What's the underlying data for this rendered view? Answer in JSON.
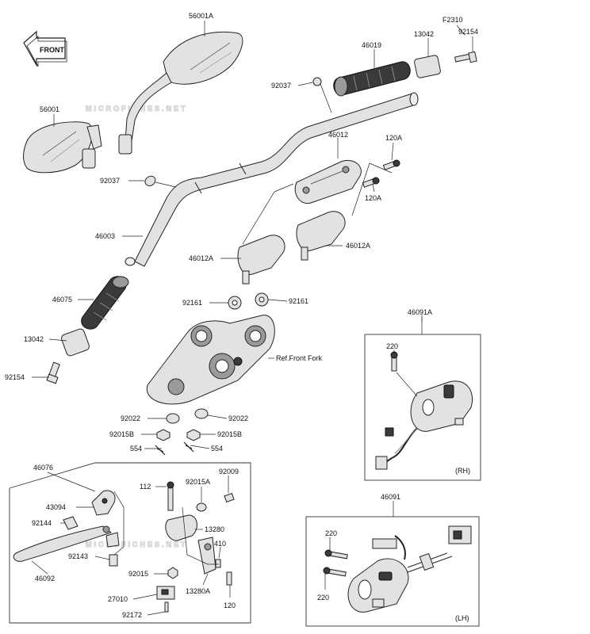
{
  "watermark": {
    "text": "MICROFICHES.NET"
  },
  "direction": {
    "label": "FRONT"
  },
  "callouts": {
    "c56001A": "56001A",
    "c56001": "56001",
    "cF2310": "F2310",
    "c92154_top": "92154",
    "c13042_top": "13042",
    "c46019": "46019",
    "c92037_top": "92037",
    "c46012": "46012",
    "c120A_1": "120A",
    "c120A_2": "120A",
    "c92037_left": "92037",
    "c46003": "46003",
    "c46012A_left": "46012A",
    "c46012A_right": "46012A",
    "c46075": "46075",
    "c92161_left": "92161",
    "c92161_right": "92161",
    "c13042_left": "13042",
    "c92154_left": "92154",
    "cRefFrontFork": "Ref.Front Fork",
    "c92022_left": "92022",
    "c92022_right": "92022",
    "c92015B_left": "92015B",
    "c92015B_right": "92015B",
    "c554_left": "554",
    "c554_right": "554",
    "c46091A": "46091A",
    "c220_rh": "220",
    "cRH": "(RH)",
    "c46076": "46076",
    "c112": "112",
    "c92015A": "92015A",
    "c92009": "92009",
    "c43094": "43094",
    "c92144": "92144",
    "c13280": "13280",
    "c410": "410",
    "c92143": "92143",
    "c46092": "46092",
    "c92015": "92015",
    "c13280A": "13280A",
    "c27010": "27010",
    "c120": "120",
    "c92172": "92172",
    "c46091": "46091",
    "c220_lh_top": "220",
    "c220_lh_bottom": "220",
    "cLH": "(LH)"
  }
}
